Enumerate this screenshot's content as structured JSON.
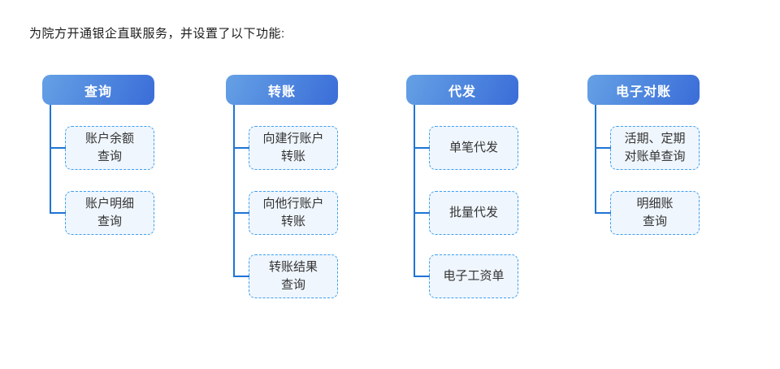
{
  "title": "为院方开通银企直联服务，并设置了以下功能:",
  "colors": {
    "header_gradient_start": "#65a1e5",
    "header_gradient_end": "#3a6dd8",
    "header_text": "#ffffff",
    "connector": "#1e74d4",
    "child_border": "#3e9ff2",
    "child_bg": "#eff6fd",
    "child_text": "#333333"
  },
  "groups": [
    {
      "label": "查询",
      "children": [
        {
          "label": "账户余额\n查询"
        },
        {
          "label": "账户明细\n查询"
        }
      ]
    },
    {
      "label": "转账",
      "children": [
        {
          "label": "向建行账户\n转账"
        },
        {
          "label": "向他行账户\n转账"
        },
        {
          "label": "转账结果\n查询"
        }
      ]
    },
    {
      "label": "代发",
      "children": [
        {
          "label": "单笔代发"
        },
        {
          "label": "批量代发"
        },
        {
          "label": "电子工资单"
        }
      ]
    },
    {
      "label": "电子对账",
      "children": [
        {
          "label": "活期、定期\n对账单查询"
        },
        {
          "label": "明细账\n查询"
        }
      ]
    }
  ]
}
